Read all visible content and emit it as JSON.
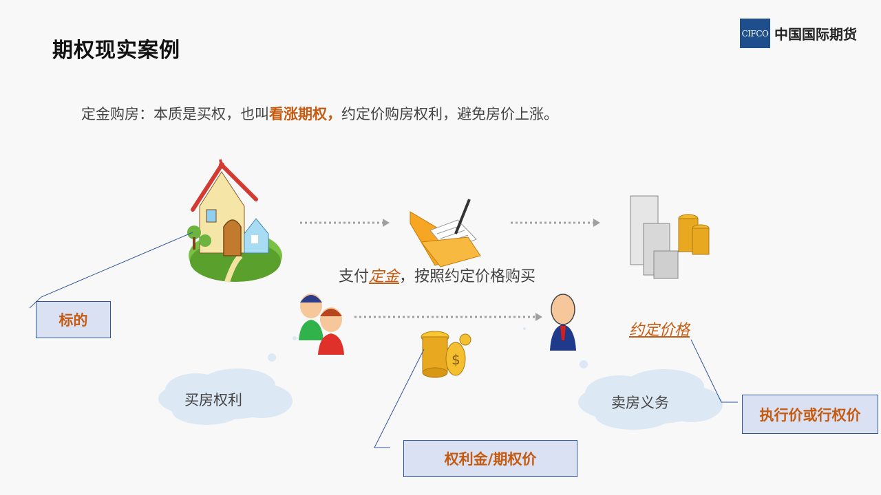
{
  "header": {
    "title": "期权现实案例"
  },
  "logo": {
    "box_text": "CIFCO",
    "text": "中国国际期货"
  },
  "intro": {
    "before": "定金购房：本质是买权，也叫",
    "highlight": "看涨期权，",
    "after": "约定价购房权利，避免房价上涨。"
  },
  "flow": {
    "pay_before": "支付",
    "pay_em": "定金",
    "pay_after": "，按照约定价格购买",
    "strike_label": "约定价格"
  },
  "clouds": {
    "buy": "买房权利",
    "sell": "卖房义务"
  },
  "boxes": {
    "underlying": "标的",
    "premium": "权利金/期权价",
    "strike": "执行价或行权价"
  },
  "colors": {
    "accent": "#c55a11",
    "box_fill": "#d9e1f2",
    "box_border": "#2f5597",
    "logo_blue": "#1f4e8c"
  }
}
